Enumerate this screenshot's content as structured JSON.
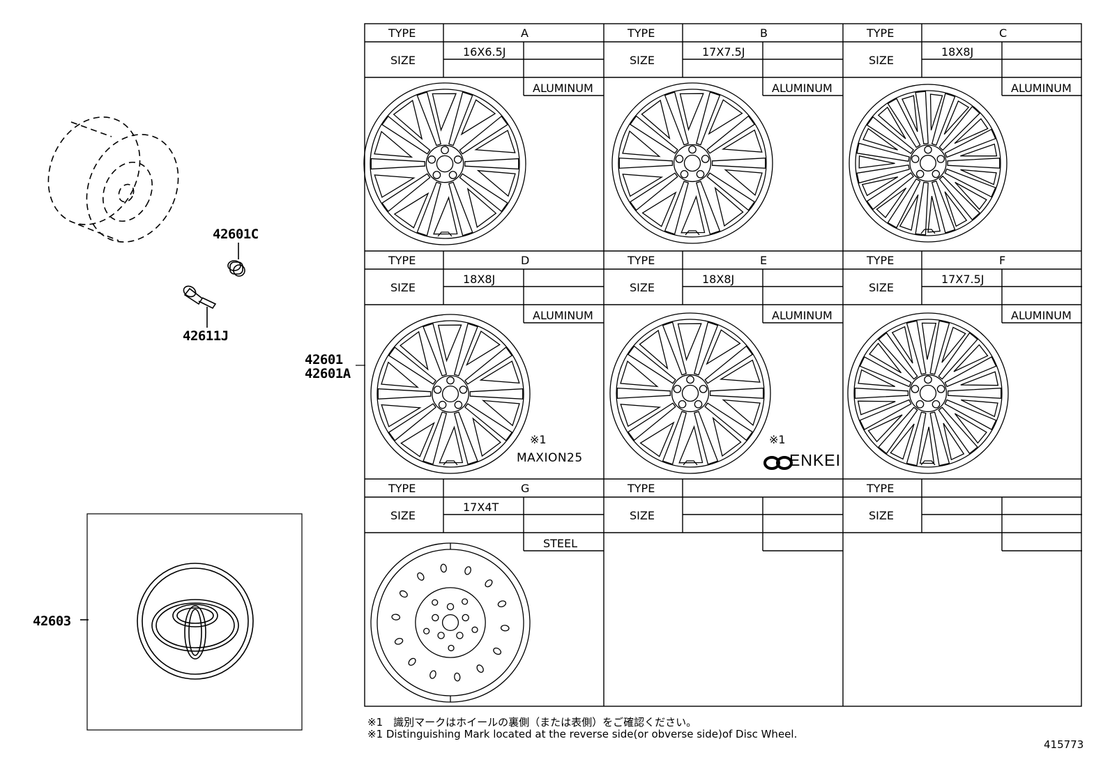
{
  "parts": {
    "tire": "",
    "valve_cap": "42601C",
    "valve": "42611J",
    "wheel_a": "42601",
    "wheel_b": "42601A",
    "ornament": "42603"
  },
  "table": {
    "type_label": "TYPE",
    "size_label": "SIZE",
    "cells": [
      {
        "type": "A",
        "size": "16X6.5J",
        "material": "ALUMINUM",
        "mark": "",
        "brand": ""
      },
      {
        "type": "B",
        "size": "17X7.5J",
        "material": "ALUMINUM",
        "mark": "",
        "brand": ""
      },
      {
        "type": "C",
        "size": "18X8J",
        "material": "ALUMINUM",
        "mark": "",
        "brand": ""
      },
      {
        "type": "D",
        "size": "18X8J",
        "material": "ALUMINUM",
        "mark": "※1",
        "brand": "MAXION25"
      },
      {
        "type": "E",
        "size": "18X8J",
        "material": "ALUMINUM",
        "mark": "※1",
        "brand": "ENKEI"
      },
      {
        "type": "F",
        "size": "17X7.5J",
        "material": "ALUMINUM",
        "mark": "",
        "brand": ""
      },
      {
        "type": "G",
        "size": "17X4T",
        "material": "STEEL",
        "mark": "",
        "brand": ""
      },
      {
        "type": "",
        "size": "",
        "material": "",
        "mark": "",
        "brand": ""
      },
      {
        "type": "",
        "size": "",
        "material": "",
        "mark": "",
        "brand": ""
      }
    ]
  },
  "notes": {
    "jp": "※1　識別マークはホイールの裏側（または表側）をご確認ください。",
    "en": "※1  Distinguishing Mark located at the reverse side(or obverse side)of Disc Wheel."
  },
  "diagram_id": "415773"
}
